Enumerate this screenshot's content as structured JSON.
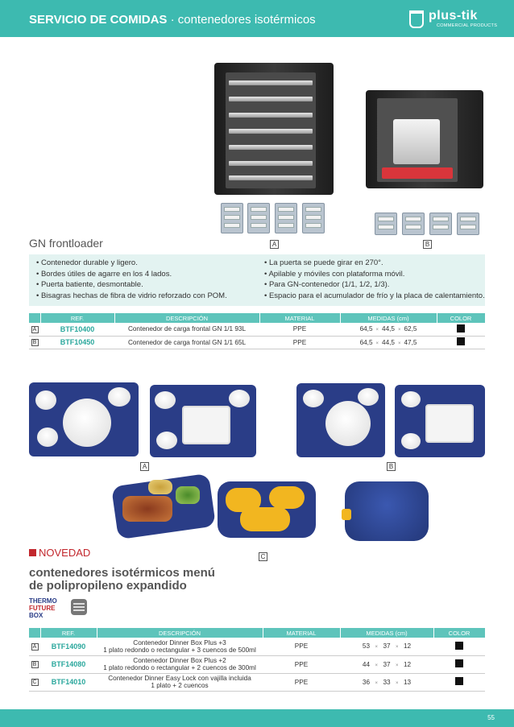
{
  "header": {
    "title_bold": "SERVICIO DE COMIDAS",
    "title_rest": " · contenedores isotérmicos",
    "brand_name": "plus-tik",
    "brand_sub": "COMMERCIAL PRODUCTS"
  },
  "section1": {
    "title": "GN frontloader",
    "label_a": "A",
    "label_b": "B",
    "features_left": [
      "• Contenedor durable y ligero.",
      "• Bordes útiles de agarre en los 4 lados.",
      "• Puerta batiente, desmontable.",
      "• Bisagras hechas de fibra de vidrio reforzado con POM."
    ],
    "features_right": [
      "• La puerta se puede girar en 270°.",
      "• Apilable y móviles con plataforma móvil.",
      "• Para GN-contenedor (1/1, 1/2, 1/3).",
      "• Espacio para el acumulador de frío y la placa de calentamiento."
    ],
    "table": {
      "headers": [
        "REF.",
        "DESCRIPCIÓN",
        "MATERIAL",
        "MEDIDAS (cm)",
        "COLOR"
      ],
      "rows": [
        {
          "letter": "A",
          "ref": "BTF10400",
          "desc": "Contenedor de carga frontal GN 1/1 93L",
          "material": "PPE",
          "m1": "64,5",
          "m2": "44,5",
          "m3": "62,5",
          "color": "#111111"
        },
        {
          "letter": "B",
          "ref": "BTF10450",
          "desc": "Contenedor de carga frontal GN 1/1 65L",
          "material": "PPE",
          "m1": "64,5",
          "m2": "44,5",
          "m3": "47,5",
          "color": "#111111"
        }
      ]
    }
  },
  "section2": {
    "label_a": "A",
    "label_b": "B",
    "label_c": "C",
    "novedad": "NOVEDAD",
    "title_line1": "contenedores isotérmicos menú",
    "title_line2": "de polipropileno expandido",
    "badge_line1": "THERMO",
    "badge_line2": "FUTURE",
    "badge_line3": "BOX",
    "table": {
      "headers": [
        "REF.",
        "DESCRIPCIÓN",
        "MATERIAL",
        "MEDIDAS (cm)",
        "COLOR"
      ],
      "rows": [
        {
          "letter": "A",
          "ref": "BTF14090",
          "desc1": "Contenedor Dinner Box Plus +3",
          "desc2": "1 plato redondo o rectangular + 3 cuencos de 500ml",
          "material": "PPE",
          "m1": "53",
          "m2": "37",
          "m3": "12",
          "color": "#111111"
        },
        {
          "letter": "B",
          "ref": "BTF14080",
          "desc1": "Contenedor Dinner Box Plus +2",
          "desc2": "1 plato redondo o rectangular + 2 cuencos de 300ml",
          "material": "PPE",
          "m1": "44",
          "m2": "37",
          "m3": "12",
          "color": "#111111"
        },
        {
          "letter": "C",
          "ref": "BTF14010",
          "desc1": "Contenedor Dinner Easy Lock con vajilla incluida",
          "desc2": "1 plato + 2 cuencos",
          "material": "PPE",
          "m1": "36",
          "m2": "33",
          "m3": "13",
          "color": "#111111"
        }
      ]
    }
  },
  "footer": {
    "page": "55"
  },
  "colors": {
    "accent": "#3dbab0",
    "novedad": "#c2272d",
    "container_blue": "#2a3d87"
  }
}
